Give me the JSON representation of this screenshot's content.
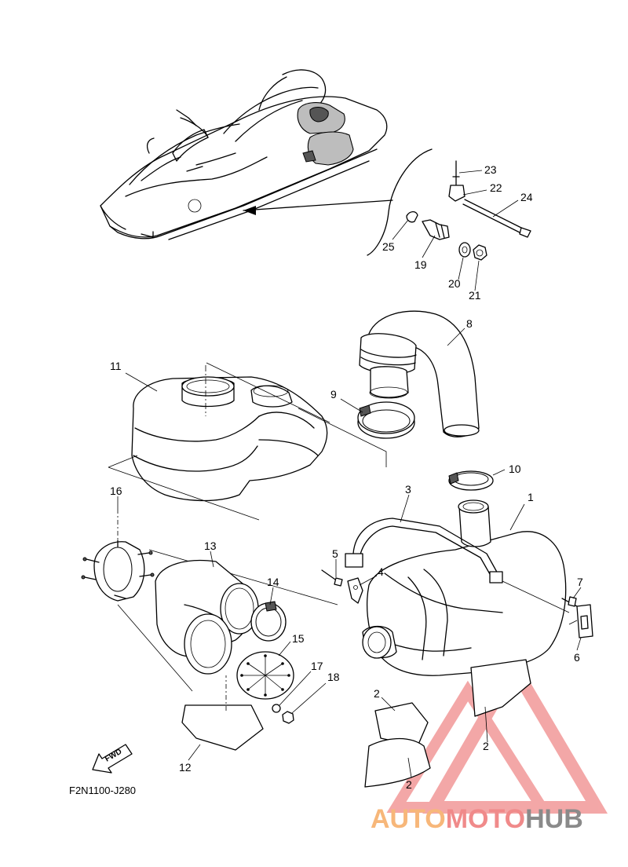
{
  "diagram_code": "F2N1100-J280",
  "fwd_label": "FWD",
  "watermark": {
    "part1": "AUTO",
    "part2": "MOTO",
    "part3": "HUB",
    "color1": "#f7b77a",
    "color2": "#f08a8a",
    "color3": "#8a8a8a"
  },
  "callouts": [
    {
      "id": "1",
      "label": "1"
    },
    {
      "id": "2a",
      "label": "2"
    },
    {
      "id": "2b",
      "label": "2"
    },
    {
      "id": "2c",
      "label": "2"
    },
    {
      "id": "3",
      "label": "3"
    },
    {
      "id": "4",
      "label": "4"
    },
    {
      "id": "5",
      "label": "5"
    },
    {
      "id": "6",
      "label": "6"
    },
    {
      "id": "7",
      "label": "7"
    },
    {
      "id": "8",
      "label": "8"
    },
    {
      "id": "9",
      "label": "9"
    },
    {
      "id": "10",
      "label": "10"
    },
    {
      "id": "11",
      "label": "11"
    },
    {
      "id": "12",
      "label": "12"
    },
    {
      "id": "13",
      "label": "13"
    },
    {
      "id": "14",
      "label": "14"
    },
    {
      "id": "15",
      "label": "15"
    },
    {
      "id": "16",
      "label": "16"
    },
    {
      "id": "17",
      "label": "17"
    },
    {
      "id": "18",
      "label": "18"
    },
    {
      "id": "19",
      "label": "19"
    },
    {
      "id": "20",
      "label": "20"
    },
    {
      "id": "21",
      "label": "21"
    },
    {
      "id": "22",
      "label": "22"
    },
    {
      "id": "23",
      "label": "23"
    },
    {
      "id": "24",
      "label": "24"
    },
    {
      "id": "25",
      "label": "25"
    }
  ]
}
